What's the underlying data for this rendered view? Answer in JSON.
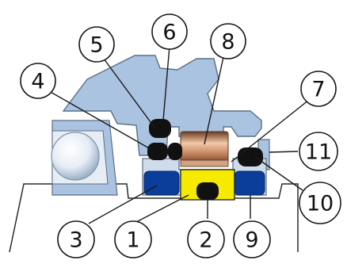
{
  "colors": {
    "housing": "#aac3e0",
    "housing_edge": "#5c6f87",
    "shaft_line": "#2b2b2b",
    "blue_ring": "#0a3e9a",
    "yellow_ring": "#f5ea00",
    "black_ring": "#111111",
    "bronze": "#b5734f"
  },
  "callouts": [
    {
      "id": "1",
      "label": "1"
    },
    {
      "id": "2",
      "label": "2"
    },
    {
      "id": "3",
      "label": "3"
    },
    {
      "id": "4",
      "label": "4"
    },
    {
      "id": "5",
      "label": "5"
    },
    {
      "id": "6",
      "label": "6"
    },
    {
      "id": "7",
      "label": "7"
    },
    {
      "id": "8",
      "label": "8"
    },
    {
      "id": "9",
      "label": "9"
    },
    {
      "id": "10",
      "label": "10"
    },
    {
      "id": "11",
      "label": "11"
    }
  ]
}
